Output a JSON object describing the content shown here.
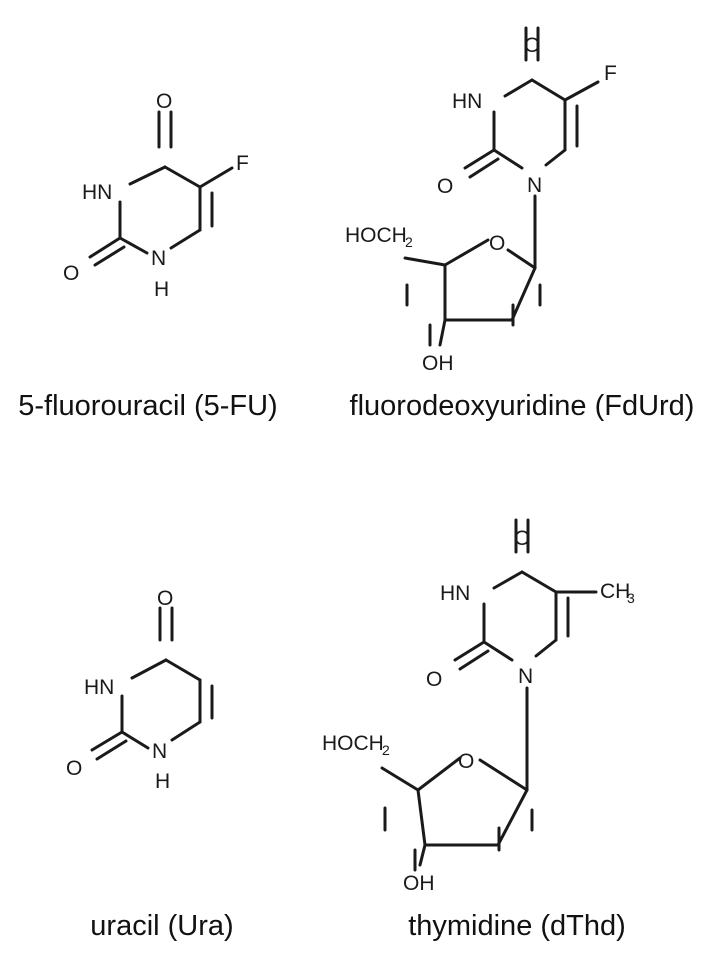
{
  "colors": {
    "ink": "#1a1a1a",
    "background": "#ffffff"
  },
  "molecules": {
    "fluorouracil": {
      "caption": "5-fluorouracil (5-FU)",
      "atoms": {
        "o4": "O",
        "f": "F",
        "hn3": "HN",
        "o2": "O",
        "n1": "N",
        "h1": "H"
      }
    },
    "fluorodeoxyuridine": {
      "caption": "fluorodeoxyuridine (FdUrd)",
      "atoms": {
        "o4": "O",
        "f": "F",
        "hn3": "HN",
        "o2": "O",
        "n1": "N",
        "hoch": "HOCH",
        "sub2": "2",
        "ring_o": "O",
        "oh": "OH"
      }
    },
    "uracil": {
      "caption": "uracil (Ura)",
      "atoms": {
        "o4": "O",
        "hn3": "HN",
        "o2": "O",
        "n1": "N",
        "h1": "H"
      }
    },
    "thymidine": {
      "caption": "thymidine (dThd)",
      "atoms": {
        "o4": "O",
        "ch": "CH",
        "sub3": "3",
        "hn3": "HN",
        "o2": "O",
        "n1": "N",
        "hoch": "HOCH",
        "sub2": "2",
        "ring_o": "O",
        "oh": "OH"
      }
    }
  }
}
